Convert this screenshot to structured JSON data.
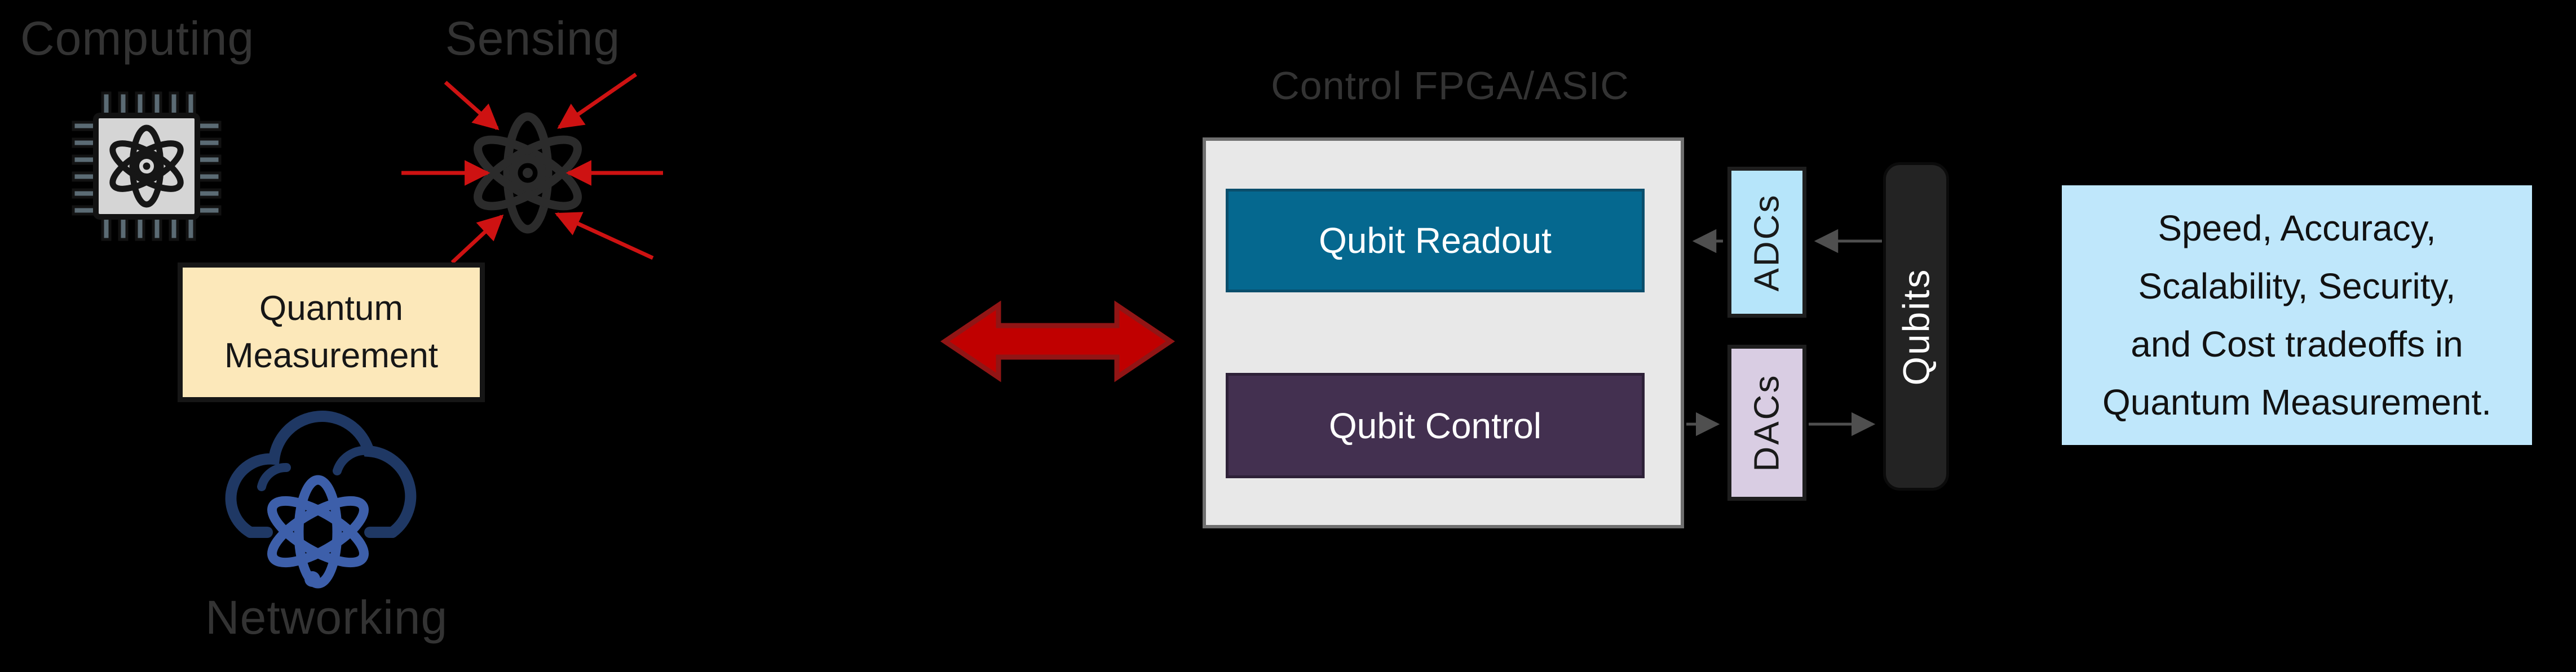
{
  "left_panel": {
    "computing": {
      "label": "Computing",
      "icon": "quantum-chip-icon"
    },
    "sensing": {
      "label": "Sensing",
      "icon": "atom-converging-arrows-icon"
    },
    "measurement_box": {
      "lines": [
        "Quantum",
        "Measurement"
      ],
      "fill": "#FCE8BA"
    },
    "networking": {
      "label": "Networking",
      "icon": "quantum-cloud-icon"
    }
  },
  "link": {
    "icon": "red-double-arrow-icon",
    "fill": "#C00000"
  },
  "control_unit": {
    "title": "Control FPGA/ASIC",
    "blocks": [
      {
        "label": "Qubit Readout",
        "fill": "#05688F"
      },
      {
        "label": "Qubit Control",
        "fill": "#433050"
      }
    ]
  },
  "converters": [
    {
      "label": "ADCs",
      "fill": "#B6E5FA"
    },
    {
      "label": "DACs",
      "fill": "#D9CDE3"
    }
  ],
  "qubits": {
    "label": "Qubits",
    "fill": "#232323"
  },
  "info_box": {
    "lines": [
      "Speed, Accuracy,",
      "Scalability, Security,",
      "and Cost tradeoffs in",
      "Quantum Measurement."
    ],
    "fill": "#BFE7FB"
  },
  "colors": {
    "background": "#000000",
    "section_label": "#333333",
    "red_arrow": "#C00000",
    "sensing_arrows": "#CE1212",
    "connector_gray": "#4F4F4F",
    "container_fill": "#E8E8E8",
    "cloud_navy": "#1F3864",
    "cloud_atom_blue": "#3D5FAA"
  }
}
